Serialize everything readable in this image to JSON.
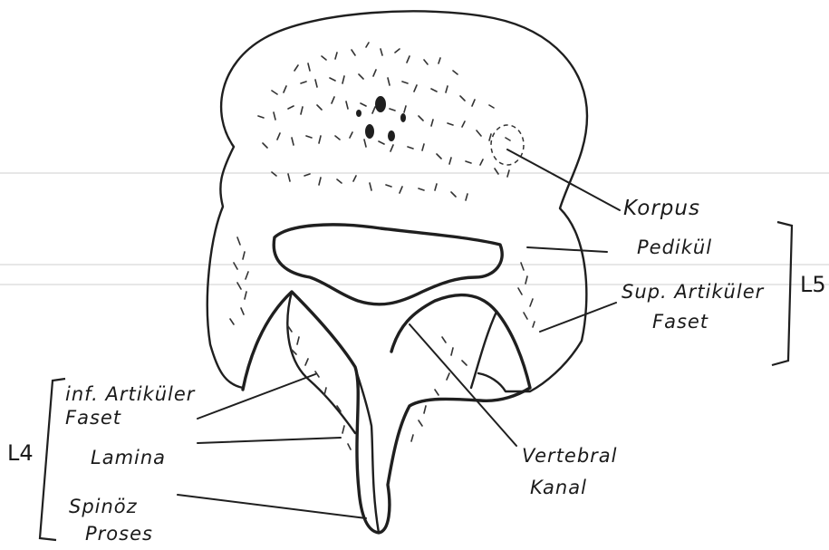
{
  "diagram": {
    "labels": {
      "korpus": "Korpus",
      "pedikul": "Pedikül",
      "sup_artikuler_line1": "Sup. Artiküler",
      "sup_artikuler_line2": "Faset",
      "inf_artikuler_line1": "inf. Artiküler",
      "inf_artikuler_line2": "Faset",
      "lamina": "Lamina",
      "spinoz_line1": "Spinöz",
      "spinoz_line2": "Proses",
      "vertebral_line1": "Vertebral",
      "vertebral_line2": "Kanal"
    },
    "segments": {
      "upper": "L5",
      "lower": "L4"
    }
  }
}
